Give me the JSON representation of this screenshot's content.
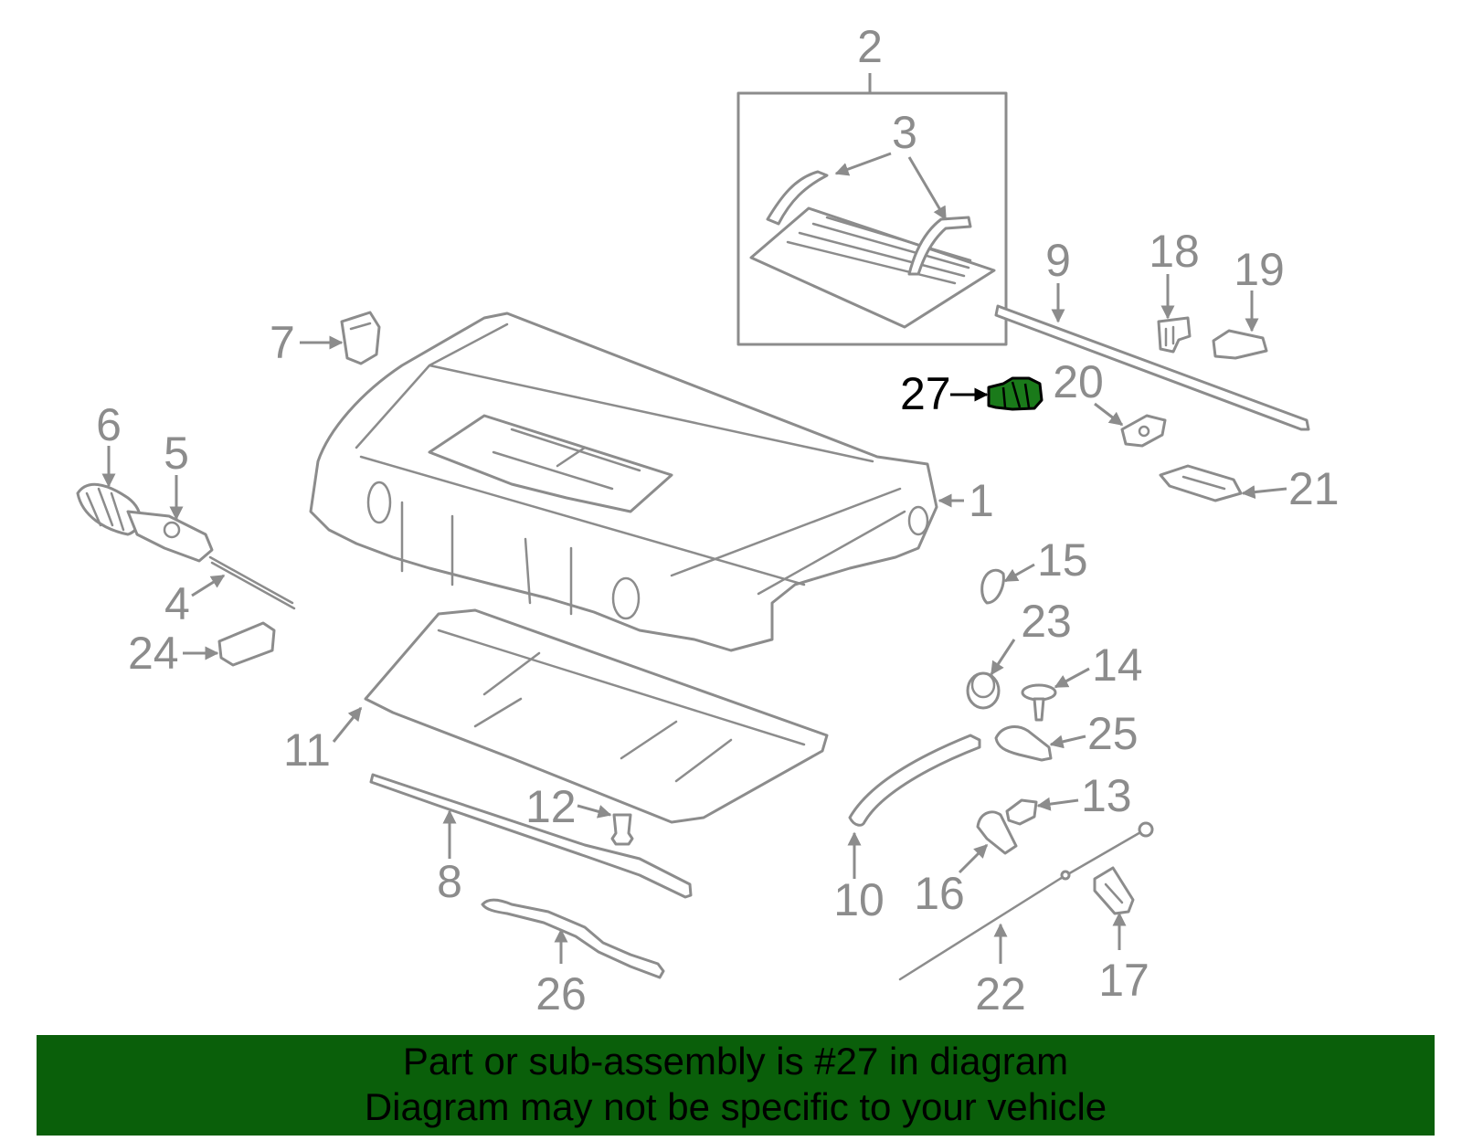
{
  "diagram": {
    "highlighted_part": "27",
    "callouts": [
      "1",
      "2",
      "3",
      "4",
      "5",
      "6",
      "7",
      "8",
      "9",
      "10",
      "11",
      "12",
      "13",
      "14",
      "15",
      "16",
      "17",
      "18",
      "19",
      "20",
      "21",
      "22",
      "23",
      "24",
      "25",
      "26",
      "27"
    ]
  },
  "footer": {
    "line1": "Part or sub-assembly is #27 in diagram",
    "line2": "Diagram may not be specific to your vehicle"
  },
  "colors": {
    "banner": "#0a5f0a",
    "highlight_part": "#1a7a1a",
    "line_art": "#8c8c8c"
  }
}
